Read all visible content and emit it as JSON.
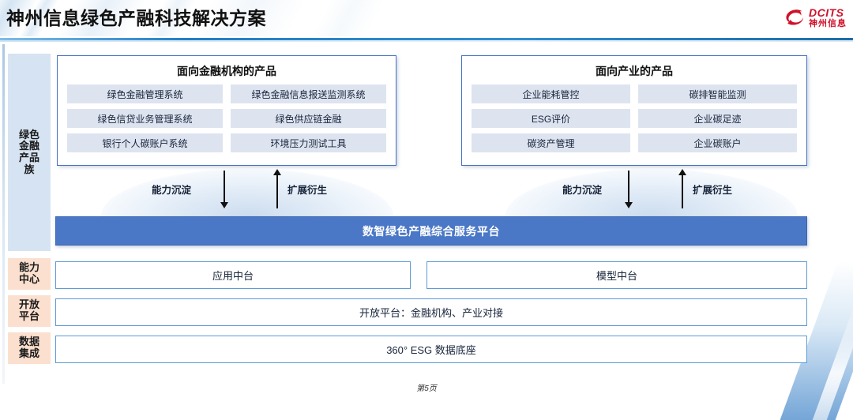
{
  "header": {
    "title": "神州信息绿色产融科技解决方案",
    "logo_en": "DCITS",
    "logo_cn": "神州信息"
  },
  "sidebar": {
    "items": [
      {
        "label": "绿色\n金融\n产品\n族",
        "key": "green-finance-product-family"
      },
      {
        "label": "能力\n中心",
        "key": "capability-center"
      },
      {
        "label": "开放\n平台",
        "key": "open-platform"
      },
      {
        "label": "数据\n集成",
        "key": "data-integration"
      }
    ]
  },
  "panels": [
    {
      "title": "面向金融机构的产品",
      "items": [
        "绿色金融管理系统",
        "绿色金融信息报送监测系统",
        "绿色信贷业务管理系统",
        "绿色供应链金融",
        "银行个人碳账户系统",
        "环境压力测试工具"
      ]
    },
    {
      "title": "面向产业的产品",
      "items": [
        "企业能耗管控",
        "碳排智能监测",
        "ESG评价",
        "企业碳足迹",
        "碳资产管理",
        "企业碳账户"
      ]
    }
  ],
  "flows": [
    {
      "down_label": "能力沉淀",
      "up_label": "扩展衍生"
    },
    {
      "down_label": "能力沉淀",
      "up_label": "扩展衍生"
    }
  ],
  "platform": {
    "label": "数智绿色产融综合服务平台"
  },
  "capability_center": {
    "left": "应用中台",
    "right": "模型中台"
  },
  "open_platform": {
    "label": "开放平台：金融机构、产业对接"
  },
  "data_integration": {
    "label": "360° ESG 数据底座"
  },
  "footer": {
    "page": "第5页"
  },
  "colors": {
    "panel_border": "#4472c4",
    "chip_bg": "#dde4f0",
    "platform_bg": "#4a77c6",
    "sidebar_blue": "#d6e3f2",
    "sidebar_peach": "#fbe0cf",
    "row_border": "#5b9bd5",
    "brand_red": "#d0112b"
  }
}
